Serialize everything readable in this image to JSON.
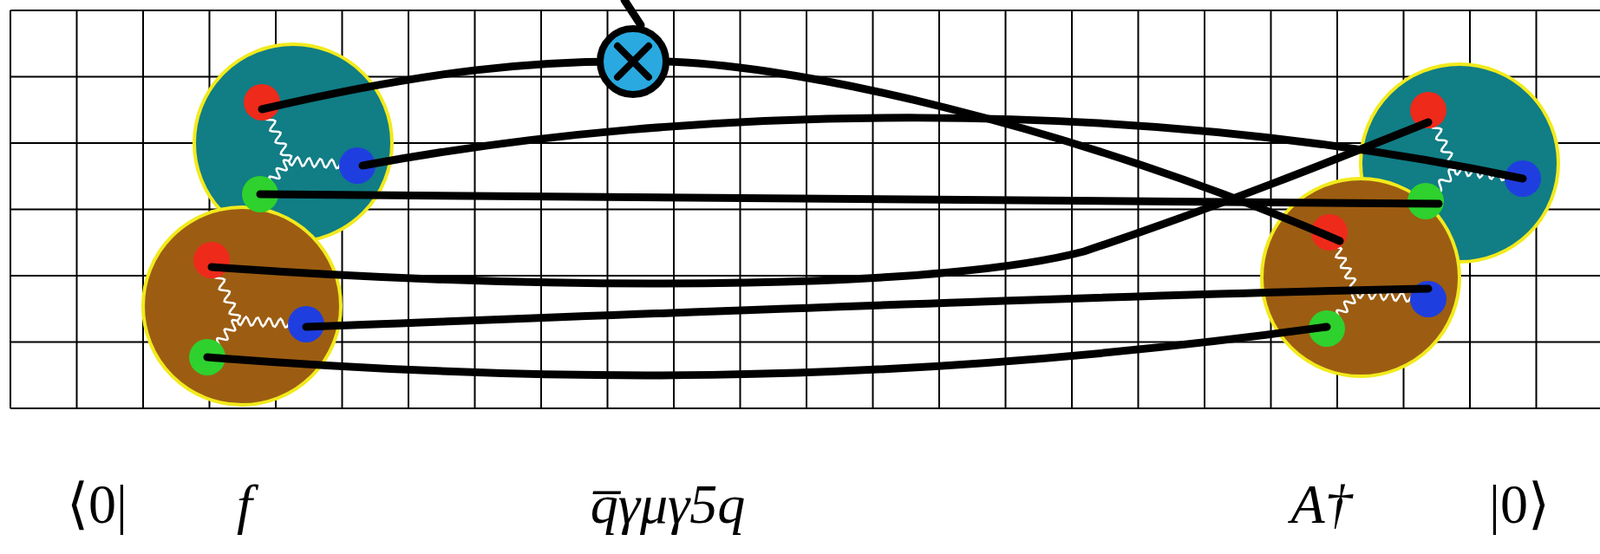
{
  "diagram": {
    "labels": [
      "⟨0|",
      "f",
      "q̅γμγ5q",
      "A†",
      "|0⟩"
    ]
  }
}
